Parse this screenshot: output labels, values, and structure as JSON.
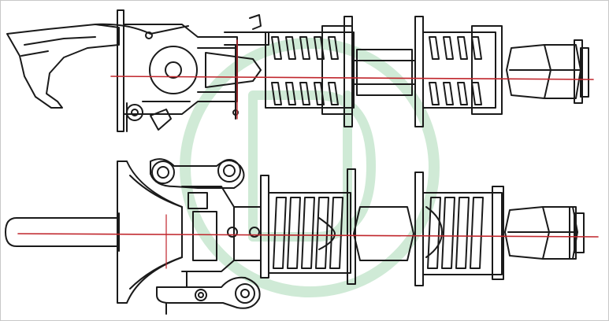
{
  "figure": {
    "description_free": true,
    "colors": {
      "ink": "#1a1a1a",
      "centerline": "#c0262c",
      "watermark": "#a9d9b5",
      "border": "#c8c8c8",
      "background": "#ffffff"
    },
    "views": [
      {
        "id": "upper-view",
        "centerline": "red"
      },
      {
        "id": "lower-view",
        "centerline": "red"
      }
    ],
    "watermark": {
      "shape": "circle-letter-mark",
      "color": "#a9d9b5"
    }
  }
}
